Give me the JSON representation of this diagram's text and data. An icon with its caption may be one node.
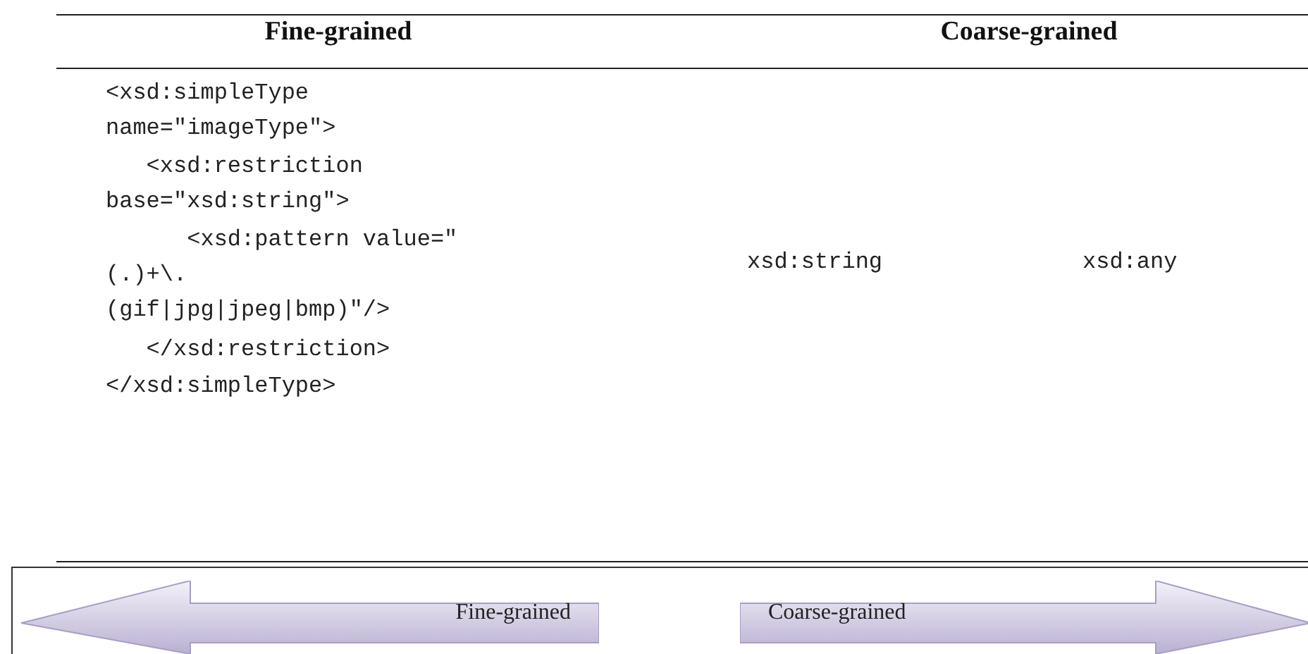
{
  "diagram": {
    "nodes": [
      {
        "text": [
          "Fine-grained"
        ]
      },
      {
        "text": [
          "Coarse-grained"
        ]
      }
    ],
    "labels": [
      "Fine-grained",
      "Coarse-grained",
      "<xsd:simpleType name=\"imageType\">",
      "<xsd:restriction base=\"xsd:string\">",
      "<xsd:pattern value=\"(.)+\\. (gif|jpg|jpeg|bmp)\"/>",
      "</xsd:restriction>",
      "</xsd:simpleType>",
      "xsd:string",
      "xsd:any"
    ]
  }
}
